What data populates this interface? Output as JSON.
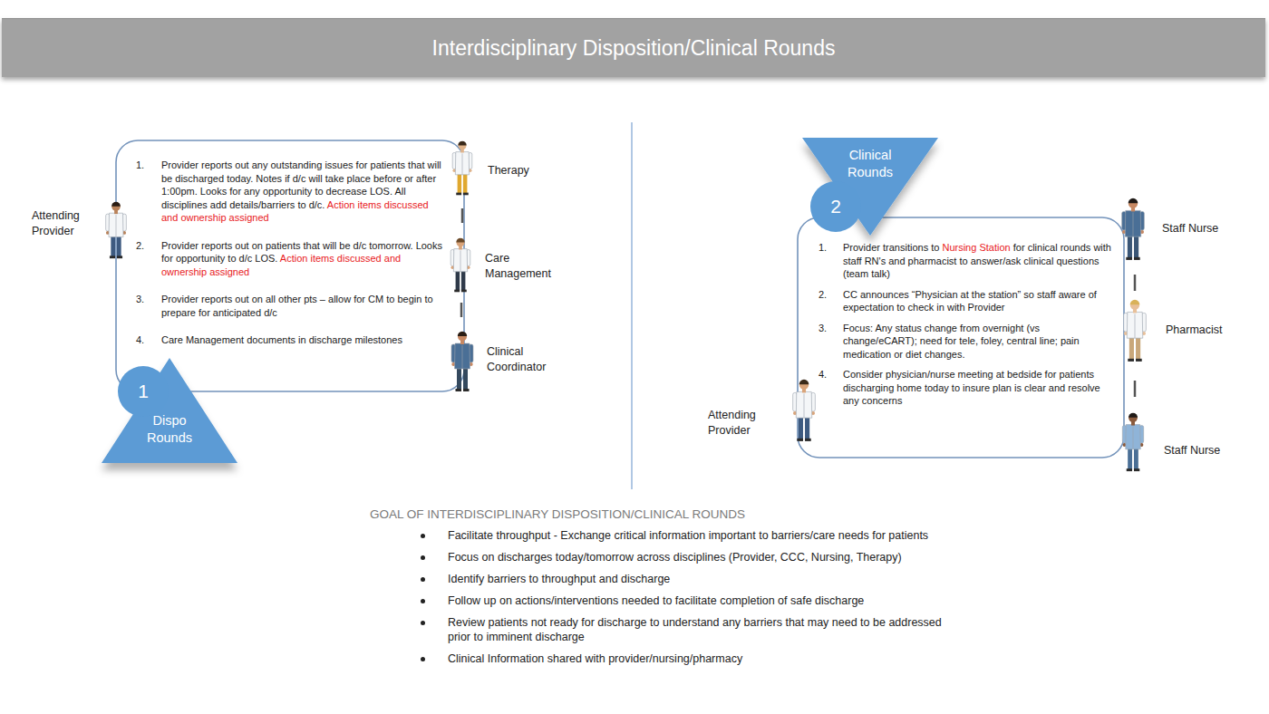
{
  "diagram": {
    "title": "Interdisciplinary Disposition/Clinical Rounds",
    "nodes": [
      {
        "text": [
          "1.",
          "Provider reports out any outstanding issues for patients that will be discharged today. Notes if d/c will take place before or after 1:00pm. Looks for any opportunity to decrease LOS. All disciplines add details/barriers to d/c.",
          "Action items discussed and ownership assigned",
          "2.",
          "Provider reports out on patients that will be d/c tomorrow. Looks for opportunity to d/c LOS.",
          "Action items discussed and ownership assigned",
          "3.",
          "Provider reports out on all other pts – allow for CM to begin to prepare for anticipated d/c",
          "4.",
          "Care Management documents in discharge milestones"
        ]
      },
      {
        "text": [
          "1"
        ]
      },
      {
        "text": [
          "Dispo Rounds"
        ]
      },
      {
        "text": [
          "1.",
          "Provider transitions to",
          "Nursing Station",
          "for clinical rounds with staff RN's and pharmacist to answer/ask clinical questions (team talk)",
          "2.",
          "CC announces “Physician at the station” so staff aware of expectation to check in with Provider",
          "3.",
          "Focus: Any status change from overnight (vs change/eCART); need for tele, foley, central line; pain medication or diet changes.",
          "4.",
          "Consider physician/nurse meeting at bedside for patients discharging home today to insure plan is clear and resolve any concerns"
        ]
      },
      {
        "text": [
          "Clinical Rounds"
        ]
      },
      {
        "text": [
          "2"
        ]
      }
    ],
    "labels": [
      "Attending Provider",
      "Therapy",
      "Care Management",
      "Clinical Coordinator",
      "Staff Nurse",
      "Pharmacist",
      "Staff Nurse",
      "Attending Provider",
      "GOAL OF INTERDISCIPLINARY DISPOSITION/CLINICAL ROUNDS",
      "Facilitate throughput - Exchange critical information important to barriers/care needs for patients",
      "Focus on discharges today/tomorrow across disciplines (Provider, CCC, Nursing, Therapy)",
      "Identify barriers to throughput and discharge",
      "Follow up on actions/interventions needed to facilitate completion of safe discharge",
      "Review patients not ready for discharge to understand any barriers that may need to be addressed prior to imminent discharge",
      "Clinical Information shared with provider/nursing/pharmacy"
    ]
  }
}
